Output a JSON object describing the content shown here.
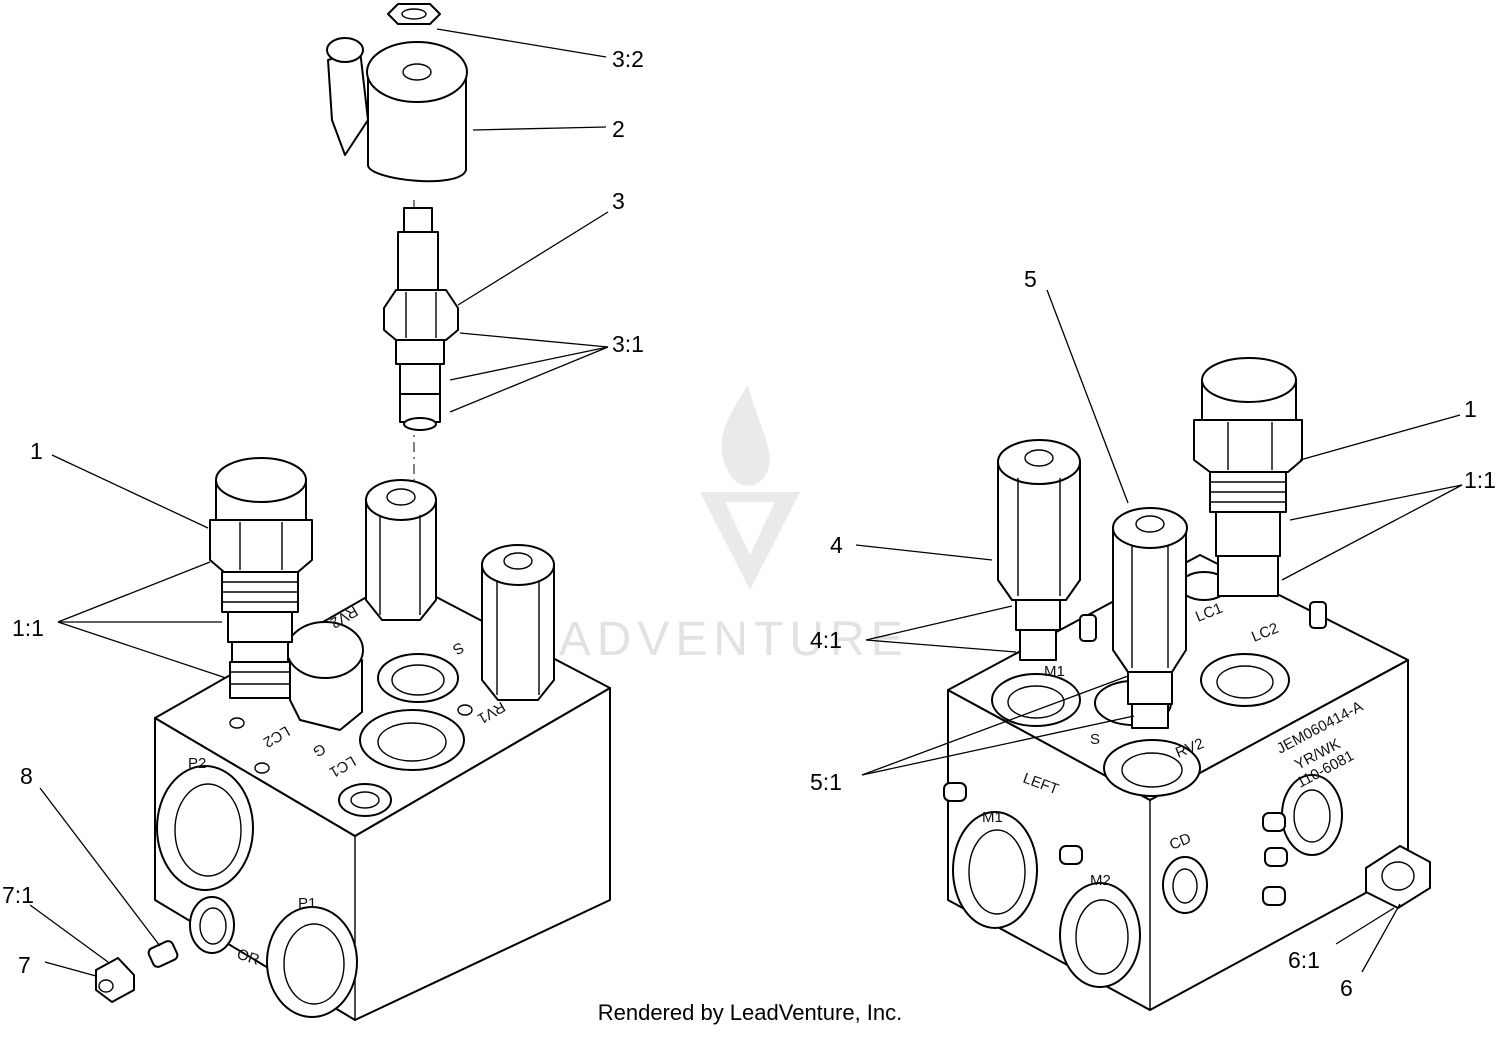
{
  "callouts": {
    "c3_2": "3:2",
    "c2": "2",
    "c3": "3",
    "c3_1": "3:1",
    "c1_left": "1",
    "c1_1_left": "1:1",
    "c8": "8",
    "c7_1": "7:1",
    "c7": "7",
    "c5": "5",
    "c1_right": "1",
    "c1_1_right": "1:1",
    "c4": "4",
    "c4_1": "4:1",
    "c5_1": "5:1",
    "c6_1": "6:1",
    "c6": "6"
  },
  "left_ports": {
    "p2": "P2",
    "p1": "P1",
    "or": "OR",
    "rv2": "RV2",
    "s": "S",
    "rv1": "RV1",
    "lc2": "LC2",
    "lc1": "LC1",
    "g": "G"
  },
  "right_ports": {
    "lc1": "LC1",
    "lc2": "LC2",
    "m1_top": "M1",
    "s": "S",
    "rv2": "RV2",
    "left": "LEFT",
    "m1": "M1",
    "m2": "M2",
    "cd": "CD",
    "stamp_line1": "JEM060414-A",
    "stamp_line2": "YR/WK",
    "stamp_line3": "110-6081"
  },
  "watermark": {
    "text": "LEADVENTURE"
  },
  "footer": {
    "text": "Rendered by LeadVenture, Inc."
  }
}
